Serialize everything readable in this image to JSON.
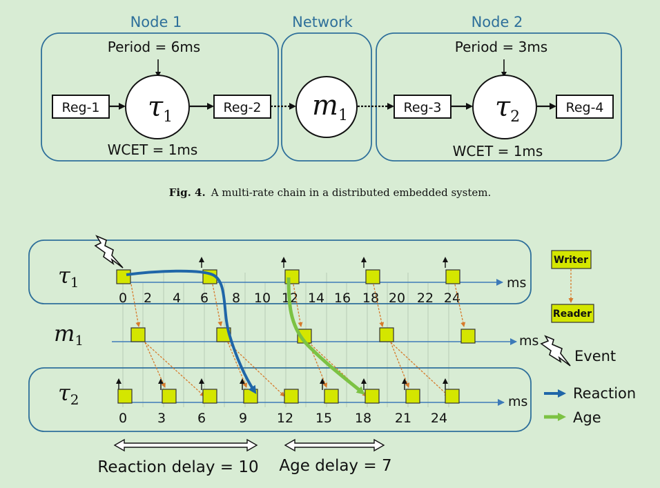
{
  "fig4": {
    "node1_title": "Node 1",
    "network_title": "Network",
    "node2_title": "Node 2",
    "period1": "Period = 6ms",
    "period2": "Period = 3ms",
    "wcet1": "WCET = 1ms",
    "wcet2": "WCET = 1ms",
    "reg1": "Reg-1",
    "reg2": "Reg-2",
    "reg3": "Reg-3",
    "reg4": "Reg-4",
    "tau1_base": "τ",
    "tau1_sub": "1",
    "m1_base": "m",
    "m1_sub": "1",
    "tau2_base": "τ",
    "tau2_sub": "2",
    "caption_bold": "Fig. 4.",
    "caption_text": "A multi-rate chain in a distributed embedded system."
  },
  "timeline": {
    "tau1_label_base": "τ",
    "tau1_label_sub": "1",
    "m1_label_base": "m",
    "m1_label_sub": "1",
    "tau2_label_base": "τ",
    "tau2_label_sub": "2",
    "unit": "ms",
    "tau1_ticks": [
      "0",
      "2",
      "4",
      "6",
      "8",
      "10",
      "12",
      "14",
      "16",
      "18",
      "20",
      "22",
      "24"
    ],
    "tau2_ticks": [
      "0",
      "3",
      "6",
      "9",
      "12",
      "15",
      "18",
      "21",
      "24"
    ],
    "legend_writer": "Writer",
    "legend_reader": "Reader",
    "legend_event": "Event",
    "legend_reaction": "Reaction",
    "legend_age": "Age",
    "reaction_delay": "Reaction delay = 10",
    "age_delay": "Age delay = 7"
  },
  "colors": {
    "box_fill": "#d4e600",
    "reaction": "#1f66a8",
    "age": "#7cc243",
    "dashed": "#d77a2b",
    "node_border": "#2e6f9a"
  }
}
